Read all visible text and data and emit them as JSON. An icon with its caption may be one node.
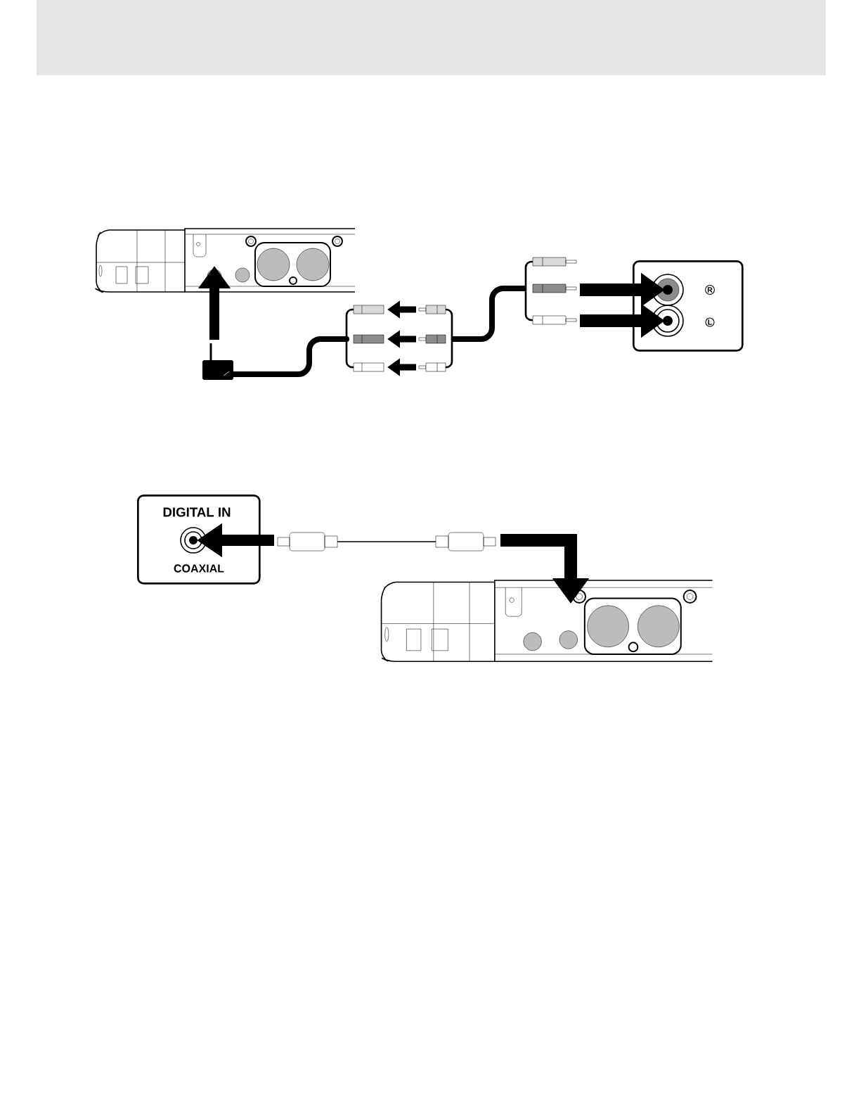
{
  "diagram": {
    "nodes": [
      {
        "text": [],
        "shape": "picture"
      },
      {
        "text": [],
        "shape": "picture"
      },
      {
        "text": [],
        "shape": "picture"
      },
      {
        "text": [
          "R",
          "L"
        ]
      },
      {
        "text": [
          "DIGITAL IN",
          "COAXIAL"
        ]
      },
      {
        "text": [],
        "shape": "picture"
      },
      {
        "text": [],
        "shape": "picture"
      }
    ],
    "edges": [
      {
        "from": 1,
        "to": 0,
        "arrow": "to"
      },
      {
        "from": 2,
        "to": 1,
        "arrow": "to"
      },
      {
        "from": 2,
        "to": 1,
        "arrow": "to"
      },
      {
        "from": 2,
        "to": 1,
        "arrow": "to"
      },
      {
        "from": 2,
        "to": 3,
        "arrow": "to"
      },
      {
        "from": 2,
        "to": 3,
        "arrow": "to"
      },
      {
        "from": 5,
        "to": 4,
        "arrow": "to"
      },
      {
        "from": 5,
        "to": 6,
        "arrow": "to"
      }
    ]
  }
}
